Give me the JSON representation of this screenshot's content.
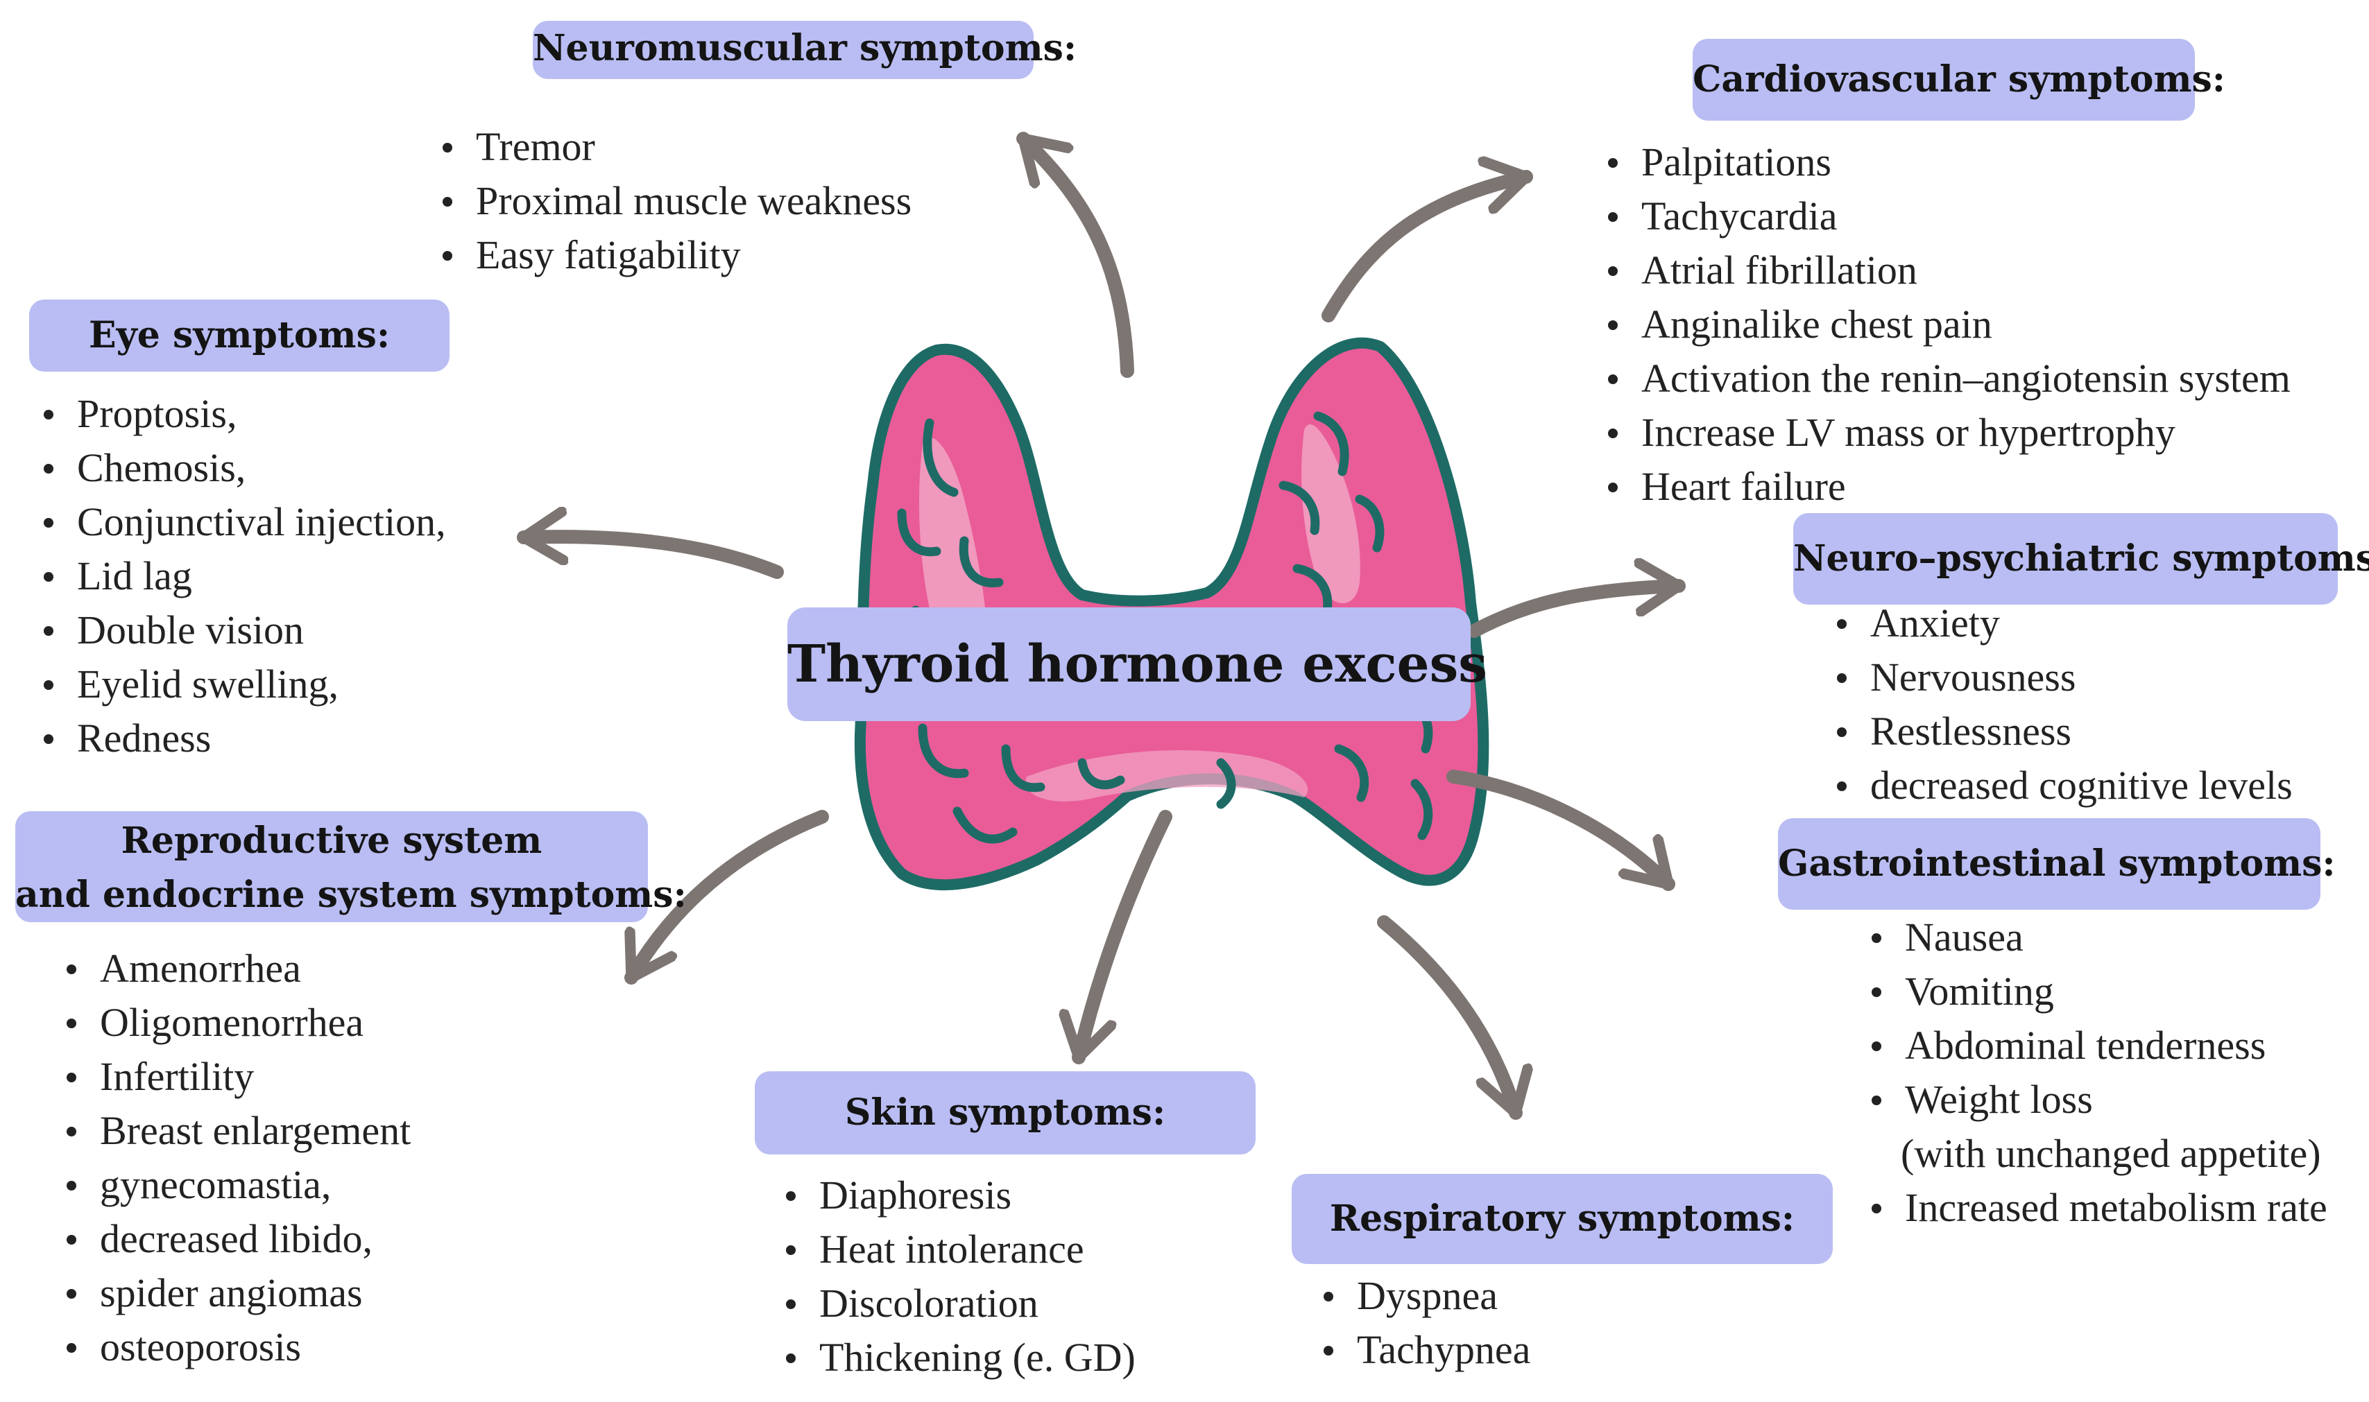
{
  "center": {
    "title": "Thyroid hormone excess"
  },
  "colors": {
    "label_fill": "#b9bdf3",
    "arrow": "#7d7572",
    "thyroid_pink": "#e95c97",
    "thyroid_light": "#f2a2c3",
    "thyroid_outline": "#1e6b66"
  },
  "groups": {
    "neuromuscular": {
      "title": "Neuromuscular symptoms:",
      "items": [
        "Tremor",
        "Proximal muscle weakness",
        "Easy fatigability"
      ]
    },
    "cardiovascular": {
      "title": "Cardiovascular symptoms:",
      "items": [
        "Palpitations",
        "Tachycardia",
        "Atrial fibrillation",
        "Anginalike chest pain",
        "Activation the renin–angiotensin system",
        "Increase LV mass or hypertrophy",
        "Heart failure"
      ]
    },
    "eye": {
      "title": "Eye symptoms:",
      "items": [
        "Proptosis,",
        "Chemosis,",
        "Conjunctival injection,",
        "Lid lag",
        "Double vision",
        "Eyelid swelling,",
        "Redness"
      ]
    },
    "neuro_psychiatric": {
      "title": "Neuro–psychiatric symptoms:",
      "items": [
        "Anxiety",
        "Nervousness",
        "Restlessness",
        "decreased cognitive levels"
      ]
    },
    "reproductive": {
      "title_line1": "Reproductive system",
      "title_line2": "and endocrine system symptoms:",
      "items": [
        "Amenorrhea",
        "Oligomenorrhea",
        "Infertility",
        "Breast enlargement",
        "gynecomastia,",
        "decreased libido,",
        " spider angiomas",
        " osteoporosis"
      ]
    },
    "gastrointestinal": {
      "title": "Gastrointestinal symptoms:",
      "items": [
        "Nausea",
        "Vomiting",
        "Abdominal tenderness",
        "Weight loss"
      ],
      "continuation": "(with unchanged appetite)",
      "last_item": "Increased metabolism rate"
    },
    "skin": {
      "title": "Skin symptoms:",
      "items": [
        "Diaphoresis",
        "Heat intolerance",
        "Discoloration",
        "Thickening (e. GD)"
      ]
    },
    "respiratory": {
      "title": "Respiratory symptoms:",
      "items": [
        "Dyspnea",
        "Tachypnea"
      ]
    }
  }
}
